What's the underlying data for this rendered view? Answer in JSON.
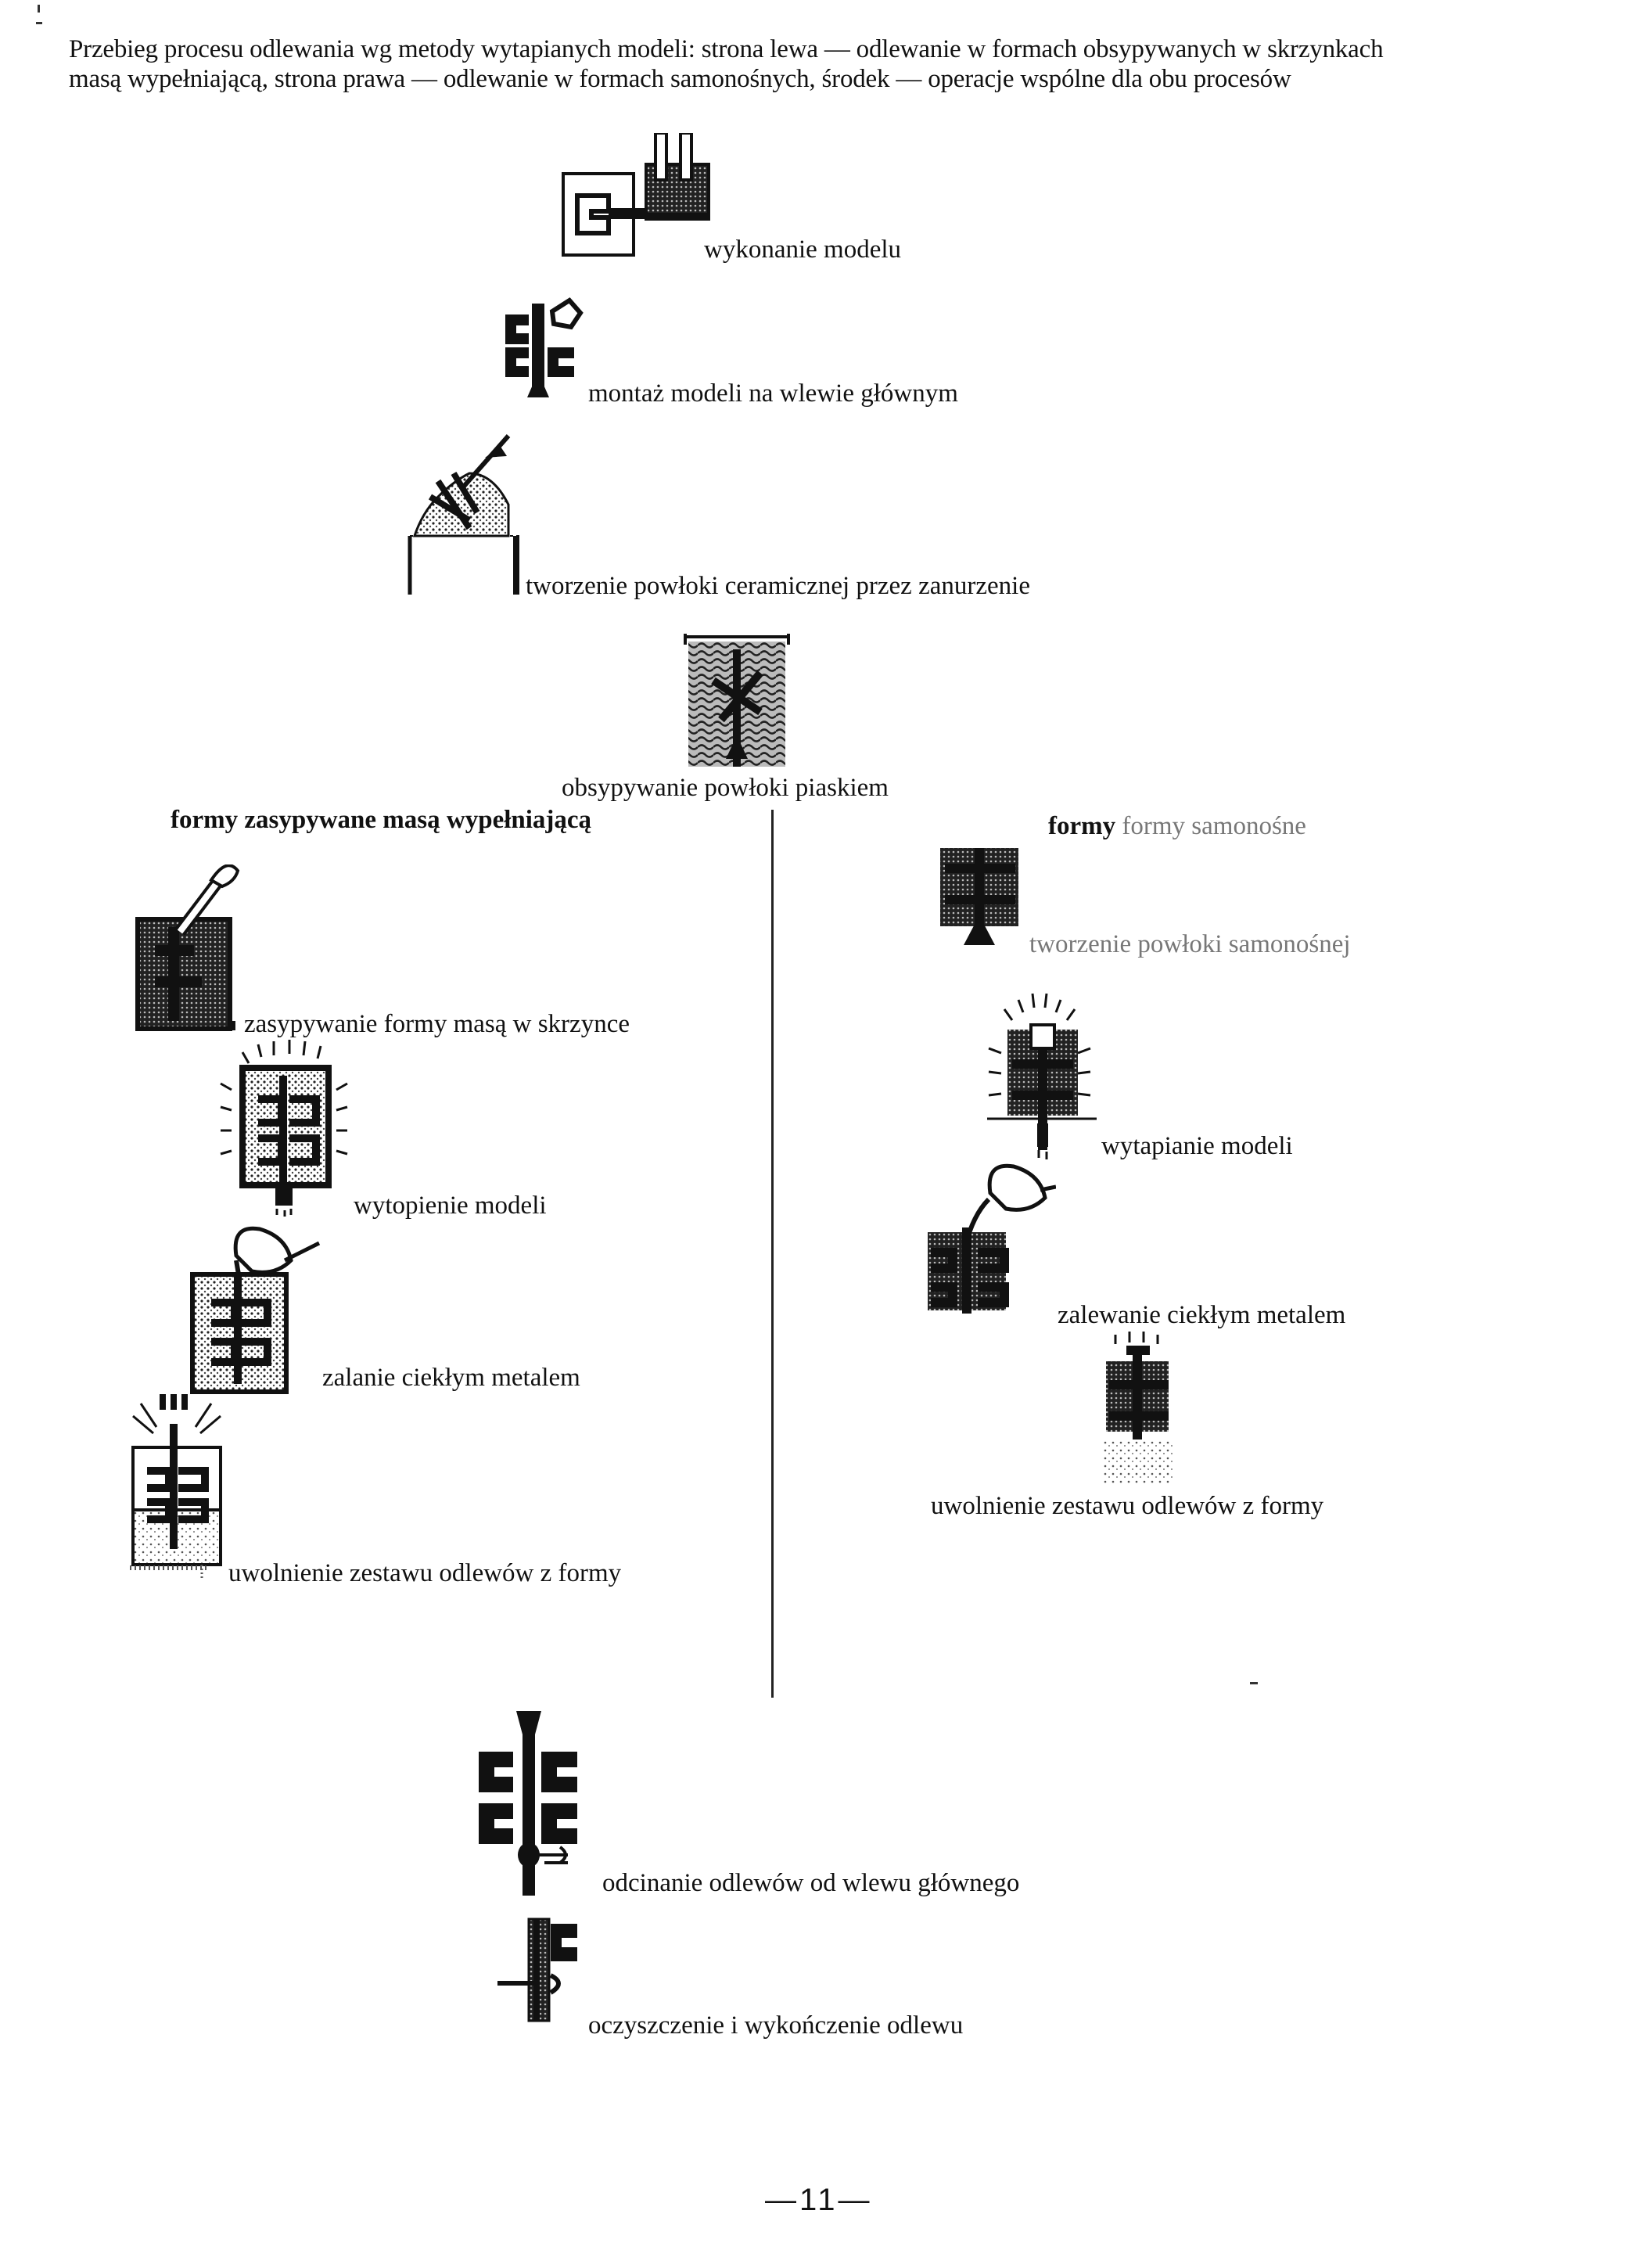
{
  "caption": "Przebieg procesu odlewania wg metody wytapianych modeli: strona lewa — odlewanie w formach obsypywanych w skrzynkach masą wypełniającą, strona prawa — odlewanie w formach samonośnych, środek — operacje wspólne dla obu procesów",
  "common_steps_top": [
    {
      "label": "wykonanie modelu",
      "icon": "model-die-icon"
    },
    {
      "label": "montaż modeli na wlewie głównym",
      "icon": "sprue-assembly-icon"
    },
    {
      "label": "tworzenie powłoki ceramicznej przez zanurzenie",
      "icon": "dipping-tank-icon"
    },
    {
      "label": "obsypywanie powłoki piaskiem",
      "icon": "sand-stucco-icon"
    }
  ],
  "left_column": {
    "heading": "formy zasypywane masą wypełniającą",
    "steps": [
      {
        "label": "zasypywanie formy masą w skrzynce",
        "icon": "flask-filling-icon"
      },
      {
        "label": "wytopienie modeli",
        "icon": "flask-dewax-icon"
      },
      {
        "label": "zalanie ciekłym metalem",
        "icon": "flask-pouring-icon"
      },
      {
        "label": "uwolnienie zestawu odlewów z formy",
        "icon": "flask-knockout-icon"
      }
    ]
  },
  "right_column": {
    "heading": "formy samonośne",
    "steps": [
      {
        "label": "tworzenie powłoki samonośnej",
        "icon": "shell-building-icon"
      },
      {
        "label": "wytapianie modeli",
        "icon": "shell-dewax-icon"
      },
      {
        "label": "zalewanie ciekłym metalem",
        "icon": "shell-pouring-icon"
      },
      {
        "label": "uwolnienie zestawu odlewów z formy",
        "icon": "shell-knockout-icon"
      }
    ]
  },
  "common_steps_bottom": [
    {
      "label": "odcinanie odlewów od wlewu głównego",
      "icon": "cut-off-icon"
    },
    {
      "label": "oczyszczenie i wykończenie odlewu",
      "icon": "finishing-icon"
    }
  ],
  "page_number": "—11—"
}
